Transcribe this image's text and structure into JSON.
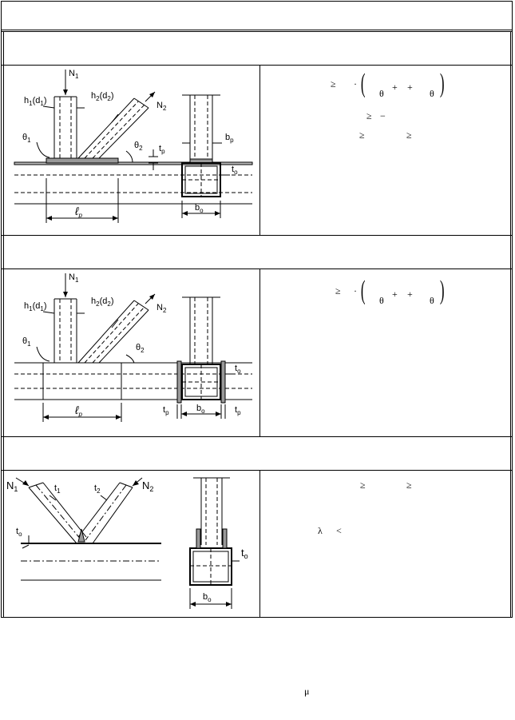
{
  "fig1": {
    "N1": "N",
    "N1s": "1",
    "N2": "N",
    "N2s": "2",
    "h1": "h",
    "h1s": "1",
    "h1p": "(d",
    "h1ps": "1",
    "h1c": ")",
    "h2": "h",
    "h2s": "2",
    "h2p": "(d",
    "h2ps": "2",
    "h2c": ")",
    "th1": "θ",
    "th1s": "1",
    "th2": "θ",
    "th2s": "2",
    "tp": "t",
    "tps": "p",
    "lp": "ℓ",
    "lps": "p",
    "bp": "b",
    "bps": "p",
    "to": "t",
    "tos": "o",
    "bo": "b",
    "bos": "o"
  },
  "fig2": {
    "N1": "N",
    "N1s": "1",
    "N2": "N",
    "N2s": "2",
    "h1": "h",
    "h1s": "1",
    "h1p": "(d",
    "h1ps": "1",
    "h1c": ")",
    "h2": "h",
    "h2s": "2",
    "h2p": "(d",
    "h2ps": "2",
    "h2c": ")",
    "th1": "θ",
    "th1s": "1",
    "th2": "θ",
    "th2s": "2",
    "lp": "ℓ",
    "lps": "p",
    "to": "t",
    "tos": "o",
    "tpl": "t",
    "tpls": "p",
    "bo": "b",
    "bos": "o",
    "tpr": "t",
    "tprs": "p"
  },
  "fig3": {
    "N1": "N",
    "N1s": "1",
    "t1": "t",
    "t1s": "1",
    "t2": "t",
    "t2s": "2",
    "N2": "N",
    "N2s": "2",
    "to": "t",
    "tos": "o",
    "toR": "t",
    "toRs": "o",
    "bo": "b",
    "bos": "o"
  },
  "formulas": {
    "r1_geq": "≥",
    "r1_dot": "·",
    "r1_theta1": "θ",
    "r1_plus1": "+",
    "r1_plus2": "+",
    "r1_theta2": "θ",
    "r2_geq": "≥",
    "r2_minus": "−",
    "r3_geq1": "≥",
    "r3_geq2": "≥",
    "r4_geq": "≥",
    "r4_dot": "·",
    "r4_theta1": "θ",
    "r4_plus1": "+",
    "r4_plus2": "+",
    "r4_theta2": "θ",
    "r5_geq1": "≥",
    "r5_geq2": "≥",
    "r6_lambda": "λ",
    "r6_lt": "<",
    "mu": "μ"
  }
}
